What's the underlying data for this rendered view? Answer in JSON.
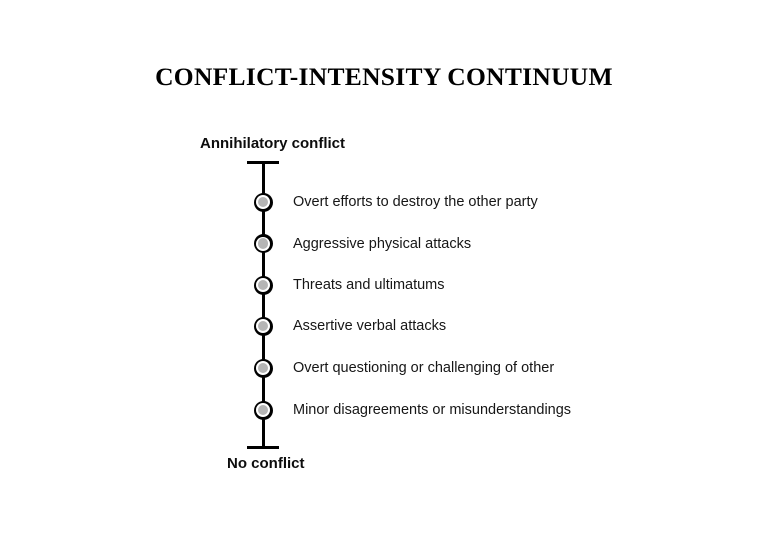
{
  "title": "CONFLICT-INTENSITY CONTINUUM",
  "continuum": {
    "top_label": "Annihilatory conflict",
    "bottom_label": "No conflict",
    "levels": [
      {
        "label": "Overt efforts to destroy the other party"
      },
      {
        "label": "Aggressive physical attacks"
      },
      {
        "label": "Threats and ultimatums"
      },
      {
        "label": "Assertive verbal attacks"
      },
      {
        "label": "Overt questioning or challenging of other"
      },
      {
        "label": "Minor disagreements or misunderstandings"
      }
    ]
  },
  "colors": {
    "background": "#ffffff",
    "line": "#000000",
    "node_ring": "#000000",
    "node_fill": "#b5b5b5",
    "text": "#111111"
  }
}
